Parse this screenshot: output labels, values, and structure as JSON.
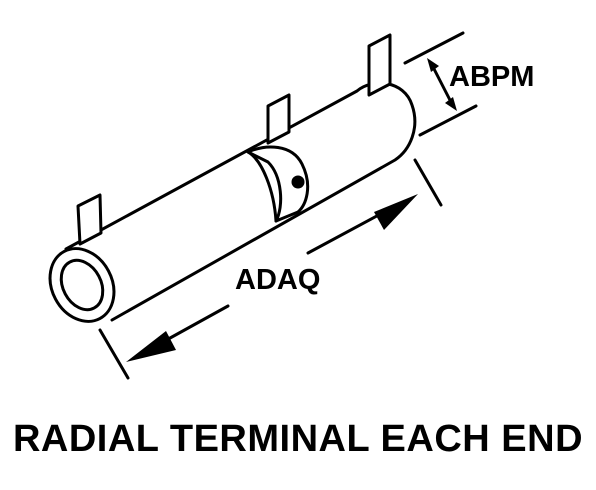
{
  "diagram": {
    "labels": {
      "diameter": "ABPM",
      "length": "ADAQ"
    },
    "caption": "RADIAL TERMINAL EACH END",
    "colors": {
      "line": "#000000",
      "background": "#ffffff"
    }
  }
}
